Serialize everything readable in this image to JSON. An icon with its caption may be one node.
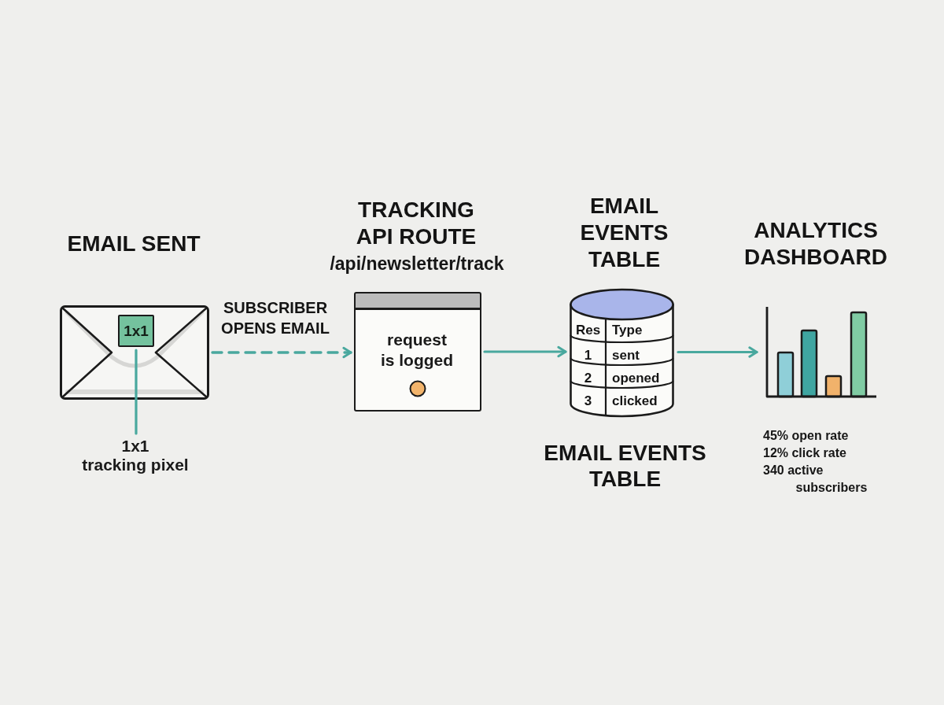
{
  "diagram": {
    "nodes": [
      {
        "text": [
          "EMAIL SENT"
        ]
      },
      {
        "text": [
          "1x1"
        ],
        "in": 0
      },
      {
        "text": [
          "1x1",
          "tracking pixel"
        ]
      },
      {
        "text": [
          "TRACKING API ROUTE",
          "/api/newsletter/track",
          "request is logged"
        ]
      },
      {
        "text": [
          "EMAIL EVENTS TABLE",
          "Res",
          "Type",
          "1",
          "sent",
          "2",
          "opened",
          "3",
          "clicked"
        ],
        "beside": [
          "EMAIL EVENTS TABLE"
        ]
      },
      {
        "text": [
          "ANALYTICS DASHBOARD"
        ],
        "beside": [
          "45% open rate",
          "12% click rate",
          "340 active subscribers"
        ]
      }
    ],
    "edges": [
      {
        "from": 2,
        "to": 1,
        "arrow": "none"
      },
      {
        "from": 0,
        "to": 3,
        "arrow": "to",
        "label": "SUBSCRIBER OPENS EMAIL",
        "style": "dashed"
      },
      {
        "from": 3,
        "to": 4,
        "arrow": "to"
      },
      {
        "from": 4,
        "to": 5,
        "arrow": "to"
      }
    ]
  }
}
